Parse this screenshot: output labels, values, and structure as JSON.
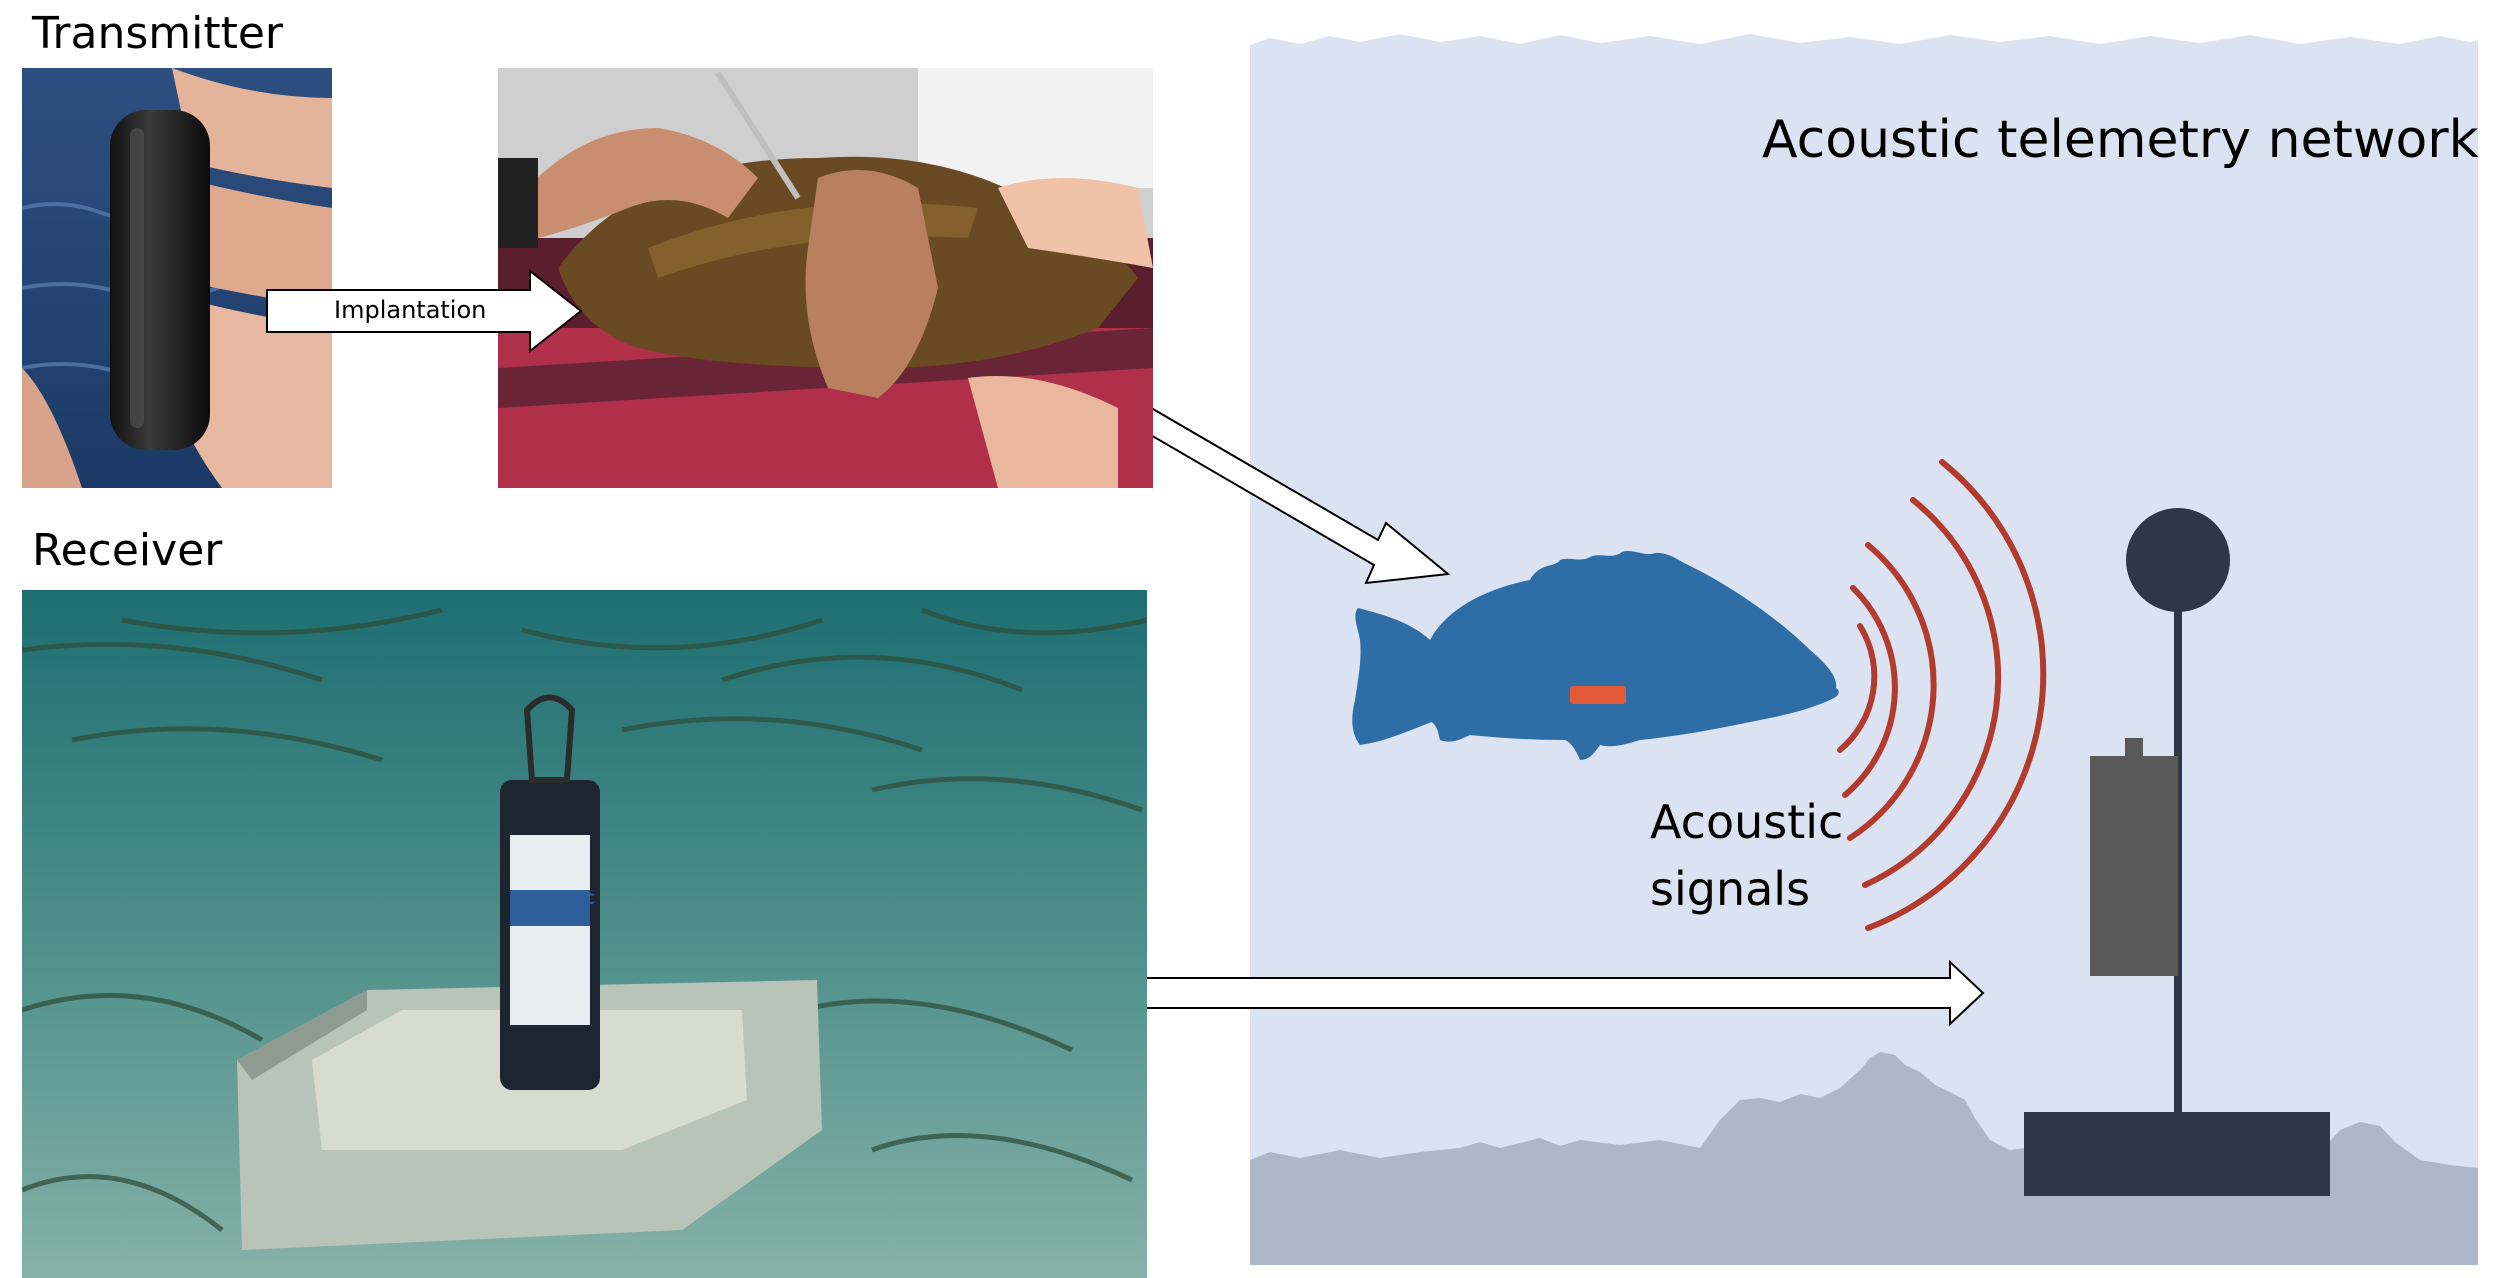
{
  "labels": {
    "transmitter": "Transmitter",
    "receiver": "Receiver",
    "implantation": "Implantation",
    "network_title": "Acoustic telemetry network",
    "acoustic_signals_line1": "Acoustic",
    "acoustic_signals_line2": "signals"
  },
  "receiver_sticker": "BALEARIC",
  "colors": {
    "ocean": "#dbe3f2",
    "seabed": "#adb7c7",
    "fish": "#2f6da6",
    "tag": "#e35a3a",
    "signal": "#b23b2e",
    "receiver_body": "#595959",
    "mooring": "#2e3748",
    "water_photo": "#3f8f9a"
  },
  "icons": {
    "fish": "fish-silhouette-icon",
    "tag": "acoustic-tag-icon",
    "signal": "sound-wave-icon",
    "buoy": "buoy-icon",
    "receiver": "receiver-icon",
    "anchor": "anchor-block-icon"
  }
}
